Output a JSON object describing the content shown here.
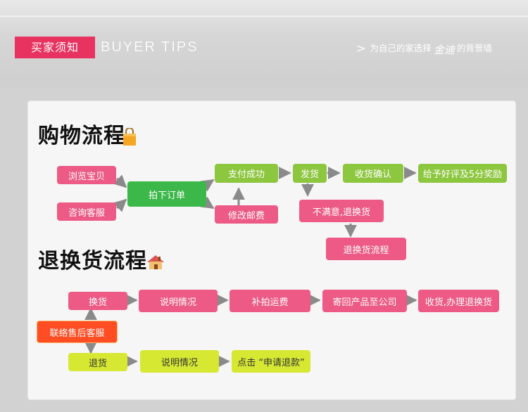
{
  "header": {
    "badge": "买家须知",
    "title_en": "BUYER TIPS",
    "right_arrow": ">",
    "right_text_before": "为自己的家选择",
    "right_logo": "金迪",
    "right_text_after": "的背景墙"
  },
  "shopping": {
    "title": "购物流程",
    "icon": "shopping-bag-icon",
    "steps": {
      "browse": "浏览宝贝",
      "consult": "咨询客服",
      "order": "拍下订单",
      "pay": "支付成功",
      "modify": "修改邮费",
      "ship": "发货",
      "confirm": "收货确认",
      "review": "给予好评及5分奖励",
      "unsatisfied": "不满意,退换货",
      "return_flow": "退换货流程"
    }
  },
  "returns": {
    "title": "退换货流程",
    "icon": "house-icon",
    "steps": {
      "contact": "联络售后客服",
      "exchange": "换货",
      "explain1": "说明情况",
      "postage": "补拍运费",
      "send_back": "寄回产品至公司",
      "receive": "收货,办理退换货",
      "refund": "退货",
      "explain2": "说明情况",
      "click_refund": "点击 “申请退款”"
    }
  },
  "colors": {
    "pink": "#ec5a85",
    "green": "#8dc63f",
    "dark_green": "#3cb84a",
    "orange": "#ff4d24",
    "yellow": "#d6e832",
    "arrow": "#8a8a8a"
  }
}
